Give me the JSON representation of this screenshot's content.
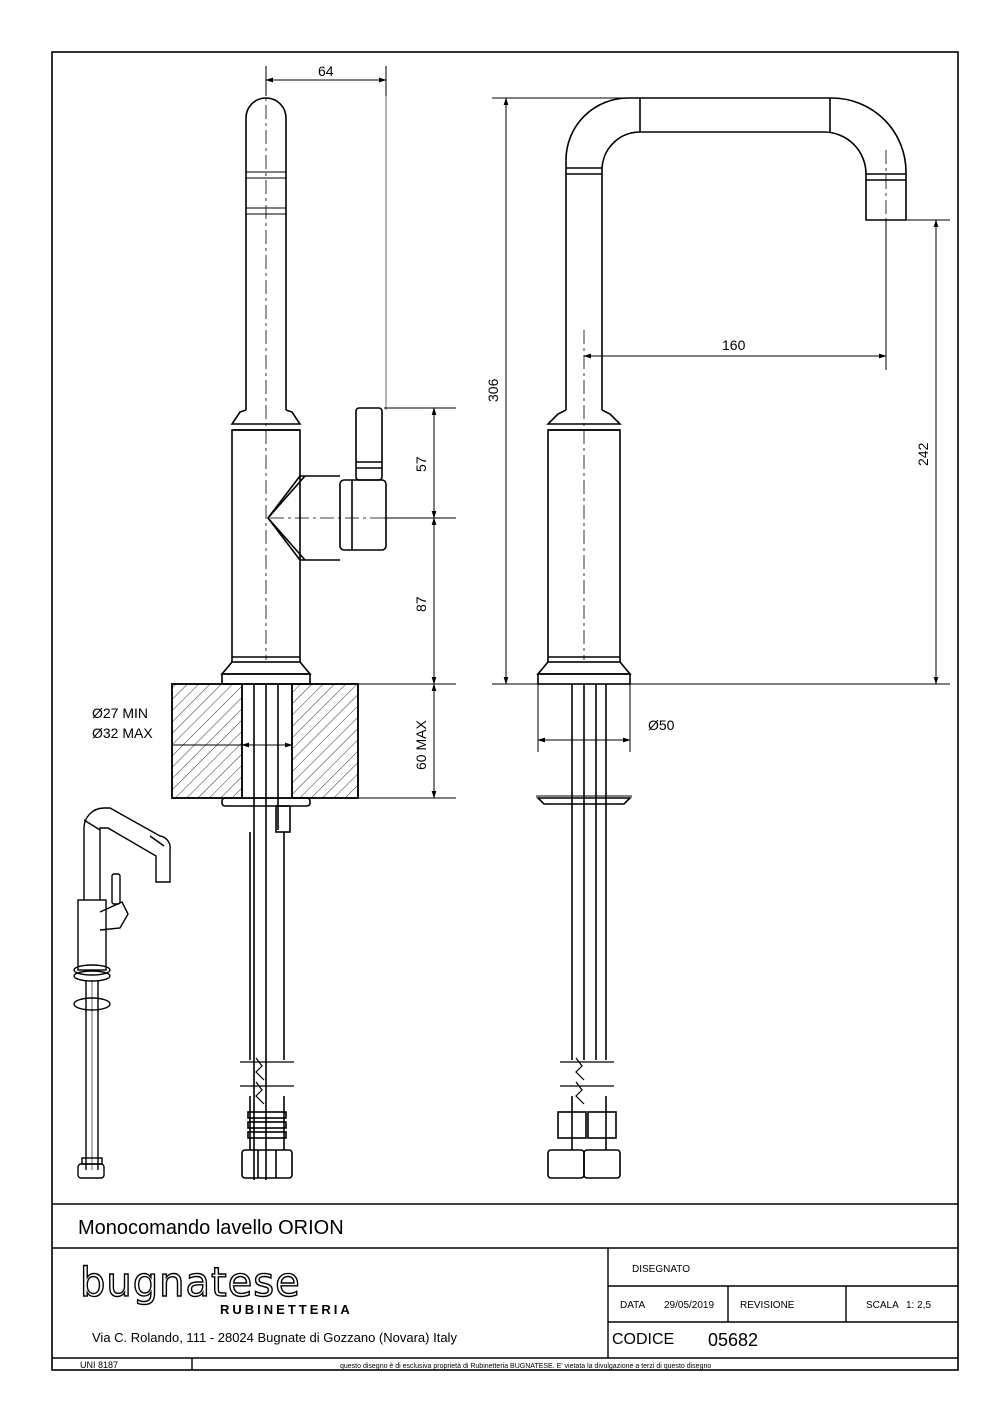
{
  "dimensions": {
    "width_top": "64",
    "height_total": "306",
    "reach": "160",
    "spout_height": "242",
    "lever_height": "57",
    "body_height": "87",
    "hole_min": "Ø27 MIN",
    "hole_max": "Ø32 MAX",
    "deck_max": "60 MAX",
    "base_diameter": "Ø50"
  },
  "title_block": {
    "product_title": "Monocomando lavello ORION",
    "brand": "bugnatese",
    "brand_sub": "RUBINETTERIA",
    "address": "Via C. Rolando, 111 - 28024 Bugnate di Gozzano (Novara) Italy",
    "drawn_label": "DISEGNATO",
    "date_label": "DATA",
    "date_value": "29/05/2019",
    "revision_label": "REVISIONE",
    "scale_label": "SCALA",
    "scale_value": "1: 2,5",
    "code_label": "CODICE",
    "code_value": "05682",
    "standard": "UNI 8187",
    "notice": "questo disegno è di esclusiva proprietà di Rubinetteria BUGNATESE. E' vietata la divulgazione a terzi di questo disegno"
  }
}
